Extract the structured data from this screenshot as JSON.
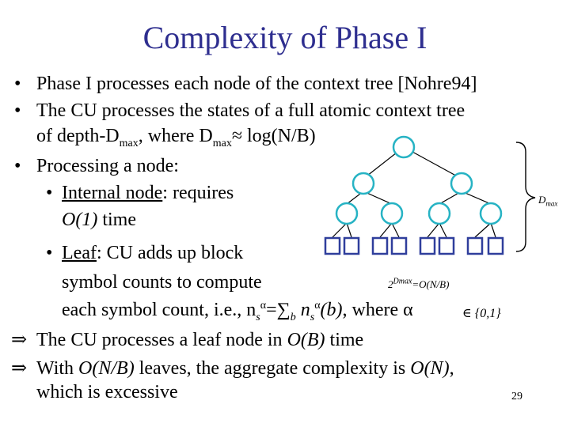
{
  "slide": {
    "title": "Complexity of Phase I",
    "page_number": "29",
    "title_color": "#2e2e8f"
  },
  "bullets": {
    "b1": "Phase I processes each node of the context tree [Nohre94]",
    "b2_line1": "The CU processes the states of a full atomic context tree",
    "b2_line2_a": "of depth-D",
    "b2_line2_sub1": "max",
    "b2_line2_b": ", where D",
    "b2_line2_sub2": "max",
    "b2_line2_c": "≈ log(N/B)",
    "b3": "Processing a node:",
    "b3a_label": "Internal node",
    "b3a_rest": ": requires",
    "b3a_line2_it": "O(1)",
    "b3a_line2_rest": " time",
    "b3b_label": "Leaf",
    "b3b_rest": ": CU adds up block",
    "b3b_line2": "symbol counts to compute",
    "b3b_line3_a": "each symbol count, i.e., n",
    "b3b_line3_sub1": "s",
    "b3b_line3_sup1": "α",
    "b3b_line3_b": "=∑",
    "b3b_line3_sub2": "b",
    "b3b_line3_c": " n",
    "b3b_line3_sub3": "s",
    "b3b_line3_sup2": "α",
    "b3b_line3_d": "(b)",
    "b3b_line3_e": ", where  α",
    "alpha_set": "∈ {0,1}"
  },
  "conclusions": {
    "c1_a": "The CU processes a leaf node in ",
    "c1_it": "O(B)",
    "c1_b": " time",
    "c2_a": "With ",
    "c2_it1": "O(N/B)",
    "c2_b": " leaves, the aggregate complexity is ",
    "c2_it2": "O(N)",
    "c2_c": ",",
    "c2_line2": "which is excessive"
  },
  "diagram": {
    "depth_label": "D",
    "depth_label_sub": "max",
    "formula_a": "2",
    "formula_sup": "Dmax",
    "formula_b": "=O(N/B)",
    "node_color": "#27b3c4",
    "leaf_color": "#2f3e9c"
  }
}
